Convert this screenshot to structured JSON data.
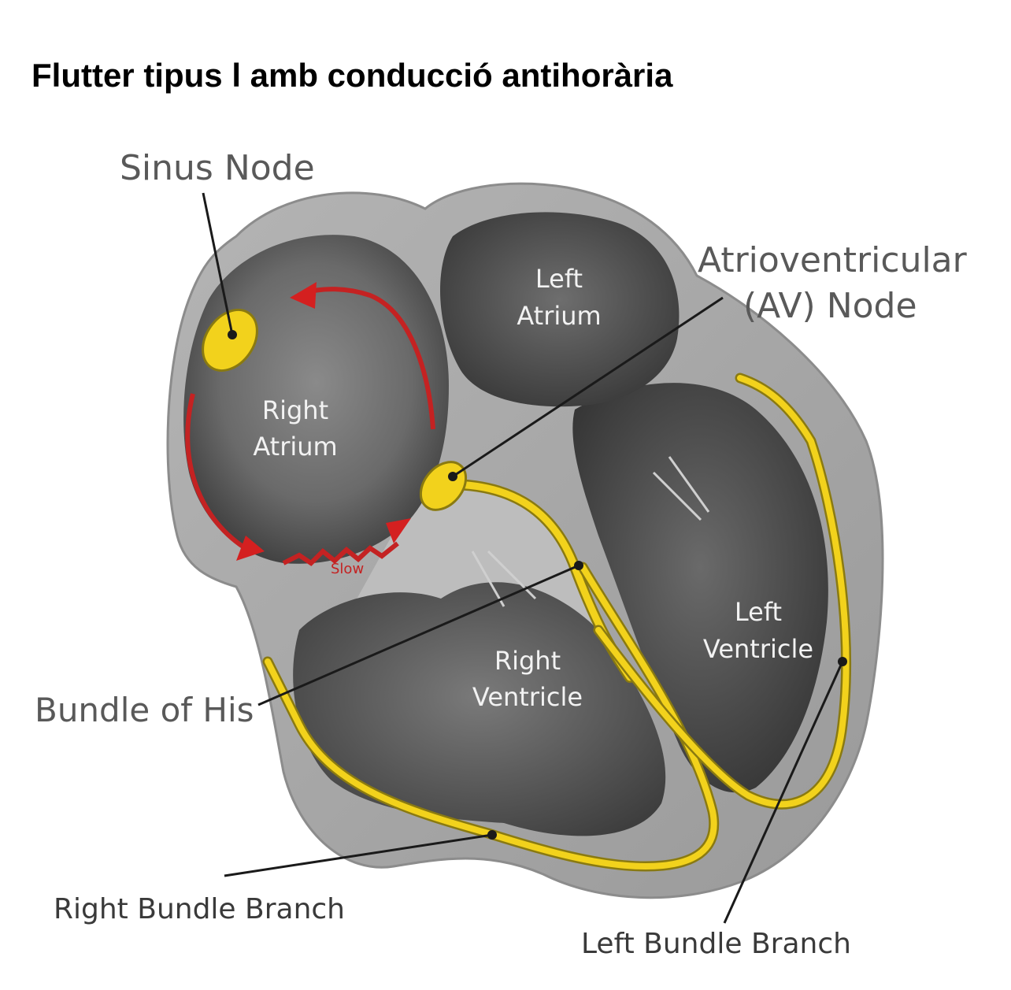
{
  "title": "Flutter tipus l amb conducció antihoràriа",
  "labels": {
    "sinus_node": "Sinus Node",
    "av_node_line1": "Atrioventricular",
    "av_node_line2": "(AV) Node",
    "bundle_of_his": "Bundle of His",
    "right_bundle_branch": "Right Bundle Branch",
    "left_bundle_branch": "Left Bundle Branch",
    "right_atrium_line1": "Right",
    "right_atrium_line2": "Atrium",
    "left_atrium_line1": "Left",
    "left_atrium_line2": "Atrium",
    "right_ventricle_line1": "Right",
    "right_ventricle_line2": "Ventricle",
    "left_ventricle_line1": "Left",
    "left_ventricle_line2": "Ventricle",
    "slow": "Slow"
  },
  "colors": {
    "conduction_path": "#f2d21c",
    "reentry_arrow": "#cc2020",
    "heart_wall": "#a8a8a8",
    "chamber": "#4a4a4a"
  }
}
